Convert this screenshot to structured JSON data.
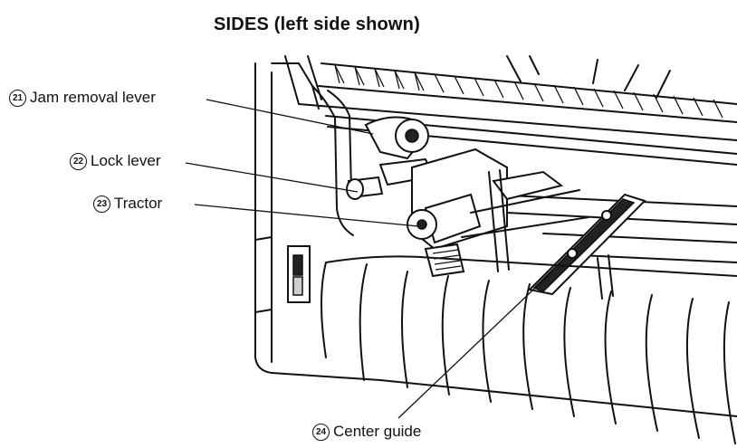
{
  "title": "SIDES (left side shown)",
  "callouts": [
    {
      "num": "21",
      "label": "Jam removal lever"
    },
    {
      "num": "22",
      "label": "Lock lever"
    },
    {
      "num": "23",
      "label": "Tractor"
    },
    {
      "num": "24",
      "label": "Center guide"
    }
  ]
}
